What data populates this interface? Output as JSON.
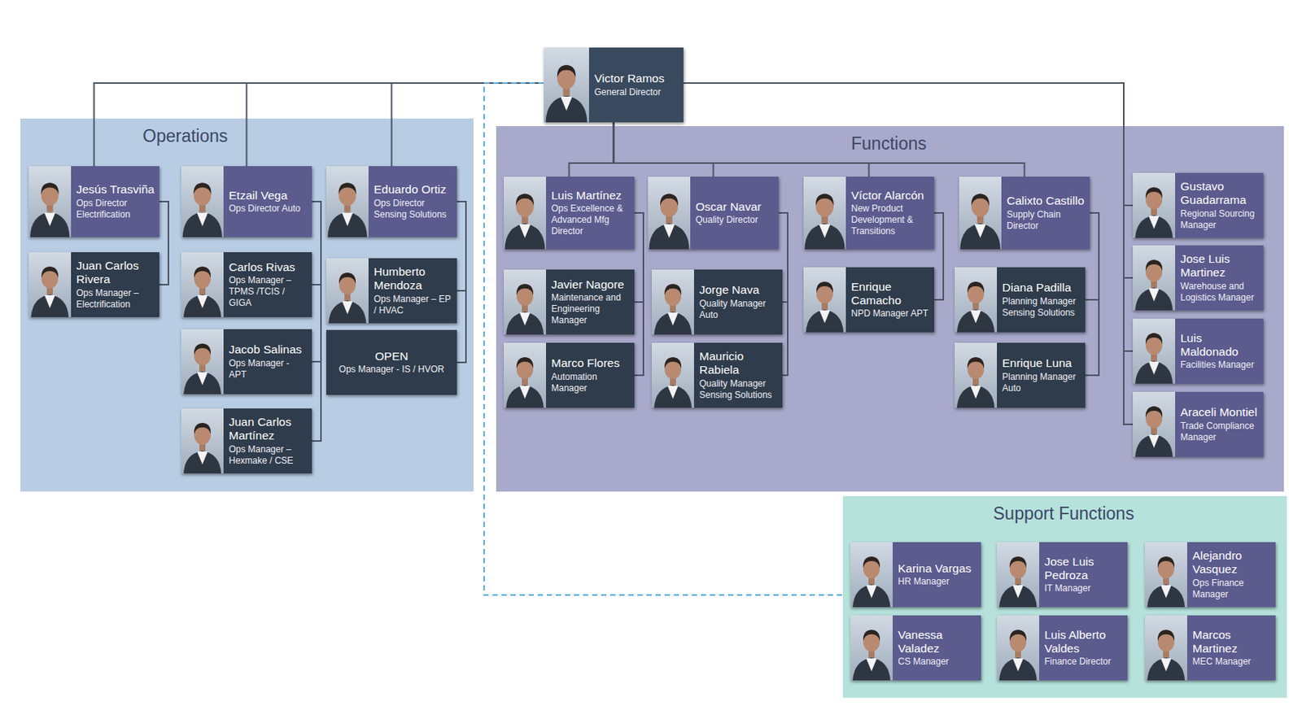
{
  "diagram": {
    "nodes": [
      {
        "text": [
          "Victor Ramos",
          "General Director"
        ]
      },
      {
        "text": [
          "Operations"
        ]
      },
      {
        "text": [
          "Jesús Trasviña",
          "Ops Director Electrification"
        ],
        "in": 1
      },
      {
        "text": [
          "Juan Carlos Rivera",
          "Ops Manager – Electrification"
        ],
        "in": 1
      },
      {
        "text": [
          "Etzail Vega",
          "Ops Director Auto"
        ],
        "in": 1
      },
      {
        "text": [
          "Carlos Rivas",
          "Ops Manager – TPMS /TCIS / GIGA"
        ],
        "in": 1
      },
      {
        "text": [
          "Jacob Salinas",
          "Ops Manager - APT"
        ],
        "in": 1
      },
      {
        "text": [
          "Juan Carlos Martínez",
          "Ops Manager – Hexmake / CSE"
        ],
        "in": 1
      },
      {
        "text": [
          "Eduardo Ortiz",
          "Ops Director Sensing Solutions"
        ],
        "in": 1
      },
      {
        "text": [
          "Humberto Mendoza",
          "Ops Manager – EP / HVAC"
        ],
        "in": 1
      },
      {
        "text": [
          "OPEN",
          "Ops Manager - IS / HVOR"
        ],
        "in": 1
      },
      {
        "text": [
          "Functions"
        ]
      },
      {
        "text": [
          "Luis Martínez",
          "Ops Excellence & Advanced Mfg Director"
        ],
        "in": 11
      },
      {
        "text": [
          "Javier Nagore",
          "Maintenance and Engineering Manager"
        ],
        "in": 11
      },
      {
        "text": [
          "Marco Flores",
          "Automation Manager"
        ],
        "in": 11
      },
      {
        "text": [
          "Oscar Navar",
          "Quality Director"
        ],
        "in": 11
      },
      {
        "text": [
          "Jorge Nava",
          "Quality Manager Auto"
        ],
        "in": 11
      },
      {
        "text": [
          "Mauricio Rabiela",
          "Quality Manager Sensing Solutions"
        ],
        "in": 11
      },
      {
        "text": [
          "Víctor Alarcón",
          "New Product Development & Transitions"
        ],
        "in": 11
      },
      {
        "text": [
          "Enrique Camacho",
          "NPD Manager APT"
        ],
        "in": 11
      },
      {
        "text": [
          "Calixto Castillo",
          "Supply Chain Director"
        ],
        "in": 11
      },
      {
        "text": [
          "Diana Padilla",
          "Planning Manager Sensing Solutions"
        ],
        "in": 11
      },
      {
        "text": [
          "Enrique Luna",
          "Planning Manager Auto"
        ],
        "in": 11
      },
      {
        "text": [
          "Gustavo Guadarrama",
          "Regional Sourcing Manager"
        ],
        "in": 11
      },
      {
        "text": [
          "Jose Luis Martinez",
          "Warehouse and Logistics Manager"
        ],
        "in": 11
      },
      {
        "text": [
          "Luis Maldonado",
          "Facilities Manager"
        ],
        "in": 11
      },
      {
        "text": [
          "Araceli Montiel",
          "Trade Compliance Manager"
        ],
        "in": 11
      },
      {
        "text": [
          "Support Functions"
        ]
      },
      {
        "text": [
          "Karina Vargas",
          "HR Manager"
        ],
        "in": 27
      },
      {
        "text": [
          "Jose Luis Pedroza",
          "IT Manager"
        ],
        "in": 27
      },
      {
        "text": [
          "Alejandro Vasquez",
          "Ops Finance Manager"
        ],
        "in": 27
      },
      {
        "text": [
          "Vanessa Valadez",
          "CS Manager"
        ],
        "in": 27
      },
      {
        "text": [
          "Luis Alberto Valdes",
          "Finance Director"
        ],
        "in": 27
      },
      {
        "text": [
          "Marcos Martinez",
          "MEC Manager"
        ],
        "in": 27
      }
    ],
    "edges": [
      {
        "from": 0,
        "to": 2,
        "arrow": "none"
      },
      {
        "from": 0,
        "to": 4,
        "arrow": "none"
      },
      {
        "from": 0,
        "to": 8,
        "arrow": "none"
      },
      {
        "from": 0,
        "to": 12,
        "arrow": "none"
      },
      {
        "from": 0,
        "to": 15,
        "arrow": "none"
      },
      {
        "from": 0,
        "to": 18,
        "arrow": "none"
      },
      {
        "from": 0,
        "to": 20,
        "arrow": "none"
      },
      {
        "from": 0,
        "to": 23,
        "arrow": "none"
      },
      {
        "from": 0,
        "to": 24,
        "arrow": "none"
      },
      {
        "from": 0,
        "to": 25,
        "arrow": "none"
      },
      {
        "from": 0,
        "to": 26,
        "arrow": "none"
      },
      {
        "from": 0,
        "to": 27,
        "arrow": "none"
      },
      {
        "from": 2,
        "to": 3,
        "arrow": "none"
      },
      {
        "from": 4,
        "to": 5,
        "arrow": "none"
      },
      {
        "from": 4,
        "to": 6,
        "arrow": "none"
      },
      {
        "from": 4,
        "to": 7,
        "arrow": "none"
      },
      {
        "from": 8,
        "to": 9,
        "arrow": "none"
      },
      {
        "from": 8,
        "to": 10,
        "arrow": "none"
      },
      {
        "from": 12,
        "to": 13,
        "arrow": "none"
      },
      {
        "from": 12,
        "to": 14,
        "arrow": "none"
      },
      {
        "from": 15,
        "to": 16,
        "arrow": "none"
      },
      {
        "from": 15,
        "to": 17,
        "arrow": "none"
      },
      {
        "from": 18,
        "to": 19,
        "arrow": "none"
      },
      {
        "from": 20,
        "to": 21,
        "arrow": "none"
      },
      {
        "from": 20,
        "to": 22,
        "arrow": "none"
      }
    ]
  }
}
